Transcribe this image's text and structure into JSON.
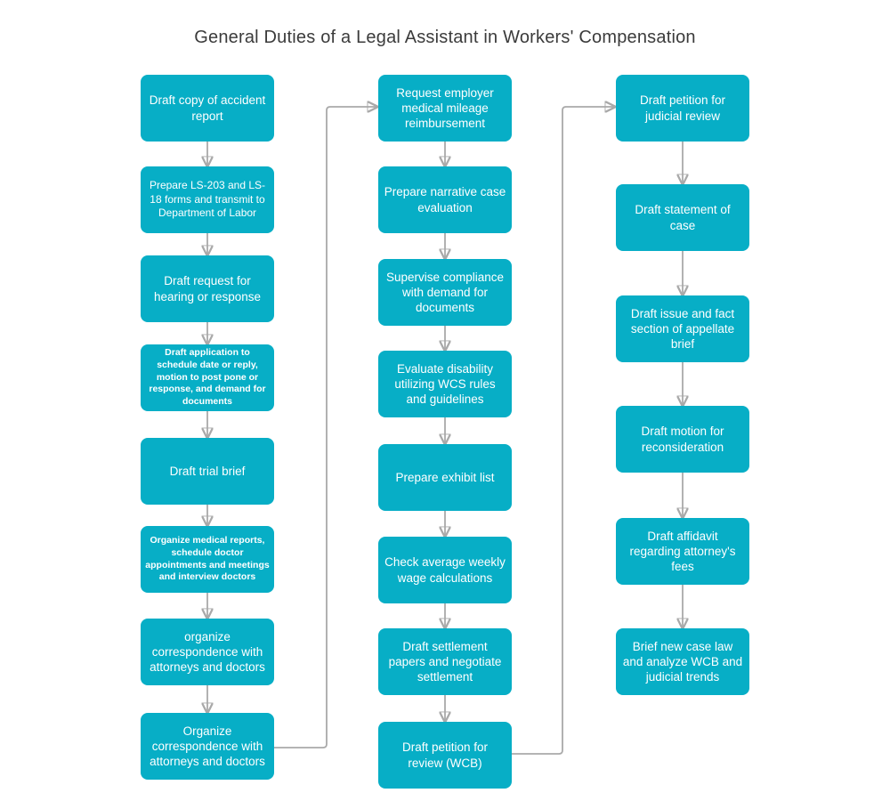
{
  "title": "General Duties of a Legal Assistant in Workers' Compensation",
  "colors": {
    "node_fill": "#07aec6",
    "node_text": "#ffffff",
    "arrow": "#a9a9a9",
    "title_text": "#3b3b3b"
  },
  "chart_type": "flowchart",
  "columns": [
    {
      "name": "pre-hearing-duties",
      "boxes": [
        {
          "label": "Draft copy of accident report"
        },
        {
          "label": "Prepare LS-203 and LS-18 forms and transmit to Department of Labor"
        },
        {
          "label": "Draft request for hearing or response"
        },
        {
          "label": "Draft application to schedule date or reply, motion to post pone or response, and demand for documents",
          "small": true
        },
        {
          "label": "Draft trial brief"
        },
        {
          "label": "Organize medical reports, schedule doctor appointments and meetings and interview doctors",
          "small": true
        },
        {
          "label": "organize correspondence with attorneys and doctors"
        },
        {
          "label": "Organize correspondence with attorneys and doctors"
        }
      ]
    },
    {
      "name": "case-preparation-duties",
      "boxes": [
        {
          "label": "Request employer medical mileage reimbursement"
        },
        {
          "label": "Prepare narrative case evaluation"
        },
        {
          "label": "Supervise compliance with demand for documents"
        },
        {
          "label": "Evaluate disability utilizing WCS rules and guidelines"
        },
        {
          "label": "Prepare exhibit list"
        },
        {
          "label": "Check average weekly wage calculations"
        },
        {
          "label": "Draft settlement papers and negotiate settlement"
        },
        {
          "label": "Draft petition for review (WCB)"
        }
      ]
    },
    {
      "name": "appellate-duties",
      "boxes": [
        {
          "label": "Draft petition for judicial review"
        },
        {
          "label": "Draft statement of case"
        },
        {
          "label": "Draft issue and fact section of appellate brief"
        },
        {
          "label": "Draft motion for reconsideration"
        },
        {
          "label": "Draft affidavit regarding attorney's fees"
        },
        {
          "label": "Brief new case law and analyze WCB and judicial trends"
        }
      ]
    }
  ]
}
